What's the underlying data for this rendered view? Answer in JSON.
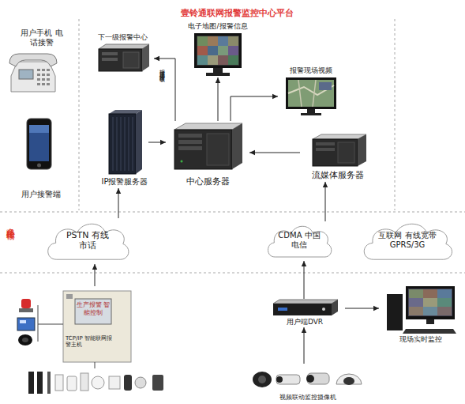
{
  "diagram": {
    "title": "壹铃通联网报警监控中心平台",
    "nodes": [
      {
        "text": [
          "下一级报警中心"
        ]
      },
      {
        "text": [
          "电子地图/报警信息"
        ]
      },
      {
        "text": [
          "报警现场视频"
        ]
      },
      {
        "text": [
          "IP报警服务器"
        ]
      },
      {
        "text": [
          "中心服务器"
        ]
      },
      {
        "text": [
          "流媒体服务器"
        ]
      },
      {
        "text": [
          "PSTN 有线市话"
        ]
      },
      {
        "text": [
          "CDMA 中国电信"
        ]
      },
      {
        "text": [
          "互联网 有线宽带 GPRS/3G"
        ]
      },
      {
        "text": [
          "生产报警 智能控制",
          "TCP/IP 智能联网报警主机"
        ]
      },
      {
        "text": [
          "用户端DVR"
        ]
      },
      {
        "text": [
          "现场实时监控"
        ]
      },
      {
        "text": [
          "视频联动监控摄像机"
        ]
      }
    ],
    "edges": [
      {
        "from": 3,
        "to": 4,
        "arrow": "to"
      },
      {
        "from": 4,
        "to": 0,
        "label": "报警信息上传转发接收",
        "arrow": "to"
      },
      {
        "from": 4,
        "to": 1,
        "arrow": "to"
      },
      {
        "from": 4,
        "to": 2,
        "arrow": "to"
      },
      {
        "from": 5,
        "to": 4,
        "arrow": "to"
      },
      {
        "from": 6,
        "to": 3,
        "arrow": "to"
      },
      {
        "from": 7,
        "to": 5,
        "arrow": "to"
      },
      {
        "from": 9,
        "to": 6,
        "arrow": "to"
      },
      {
        "from": 10,
        "to": 7,
        "arrow": "to"
      },
      {
        "from": 10,
        "to": 11,
        "arrow": "to"
      },
      {
        "from": 12,
        "to": 10,
        "arrow": "to"
      }
    ],
    "labels": [
      "用户手机 电话接警",
      "用户接警端",
      "多路径传输"
    ]
  }
}
